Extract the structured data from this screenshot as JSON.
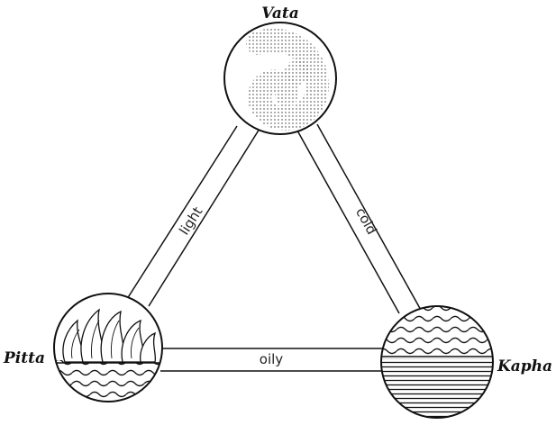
{
  "nodes": {
    "vata": {
      "label": "Vata"
    },
    "pitta": {
      "label": "Pitta"
    },
    "kapha": {
      "label": "Kapha"
    }
  },
  "edges": {
    "vata_pitta": {
      "label": "light"
    },
    "vata_kapha": {
      "label": "cold"
    },
    "pitta_kapha": {
      "label": "oily"
    }
  },
  "colors": {
    "ink": "#111111",
    "background": "#ffffff"
  }
}
